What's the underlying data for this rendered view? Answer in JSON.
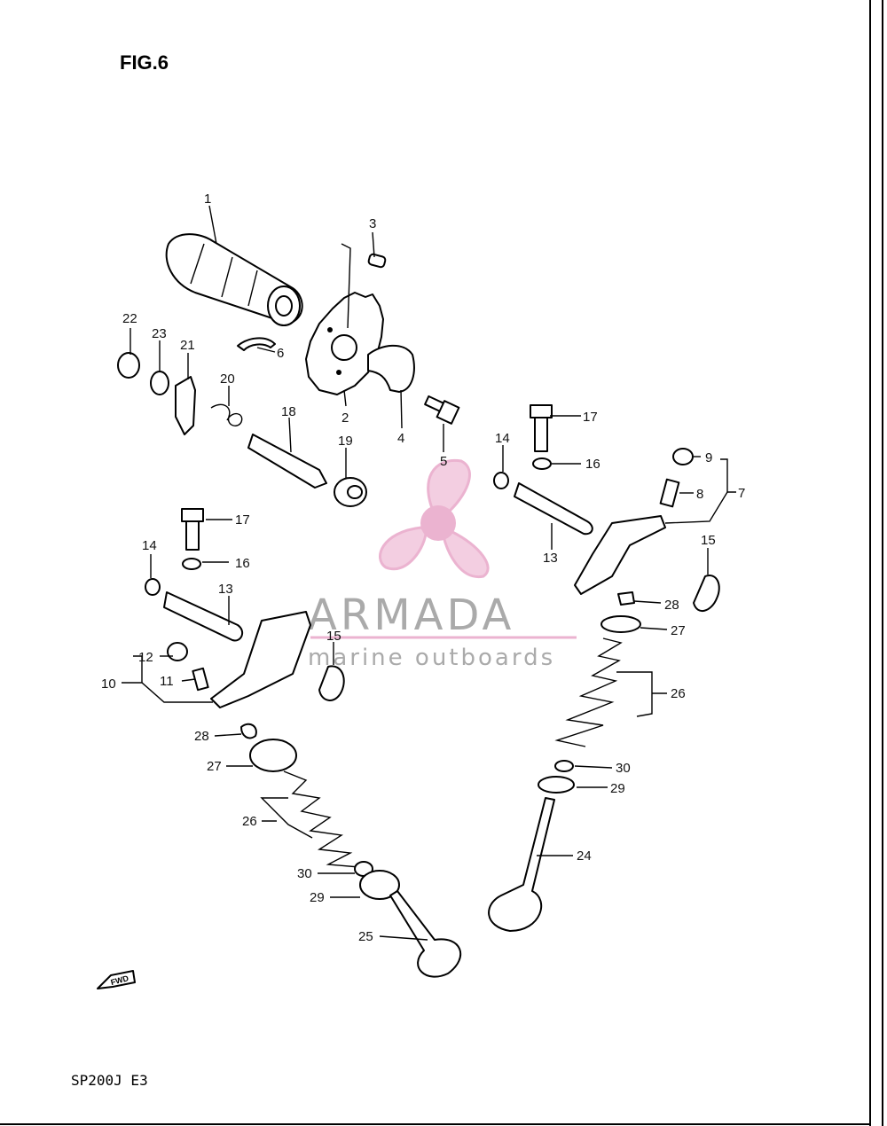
{
  "figure_title": "FIG.6",
  "footer_code": "SP200J E3",
  "fwd_label": "FWD",
  "watermark": {
    "brand": "ARMADA",
    "tagline": "marine outboards",
    "accent_color": "#e8a6c8",
    "text_color": "#9c9c9c"
  },
  "callouts": {
    "c1": "1",
    "c2": "2",
    "c3": "3",
    "c4": "4",
    "c5": "5",
    "c6": "6",
    "c7": "7",
    "c8": "8",
    "c9": "9",
    "c10": "10",
    "c11": "11",
    "c12": "12",
    "c13a": "13",
    "c13b": "13",
    "c14a": "14",
    "c14b": "14",
    "c15a": "15",
    "c15b": "15",
    "c16a": "16",
    "c16b": "16",
    "c17a": "17",
    "c17b": "17",
    "c18": "18",
    "c19": "19",
    "c20": "20",
    "c21": "21",
    "c22": "22",
    "c23": "23",
    "c24": "24",
    "c25": "25",
    "c26a": "26",
    "c26b": "26",
    "c27a": "27",
    "c27b": "27",
    "c28a": "28",
    "c28b": "28",
    "c29a": "29",
    "c29b": "29",
    "c30a": "30",
    "c30b": "30"
  }
}
